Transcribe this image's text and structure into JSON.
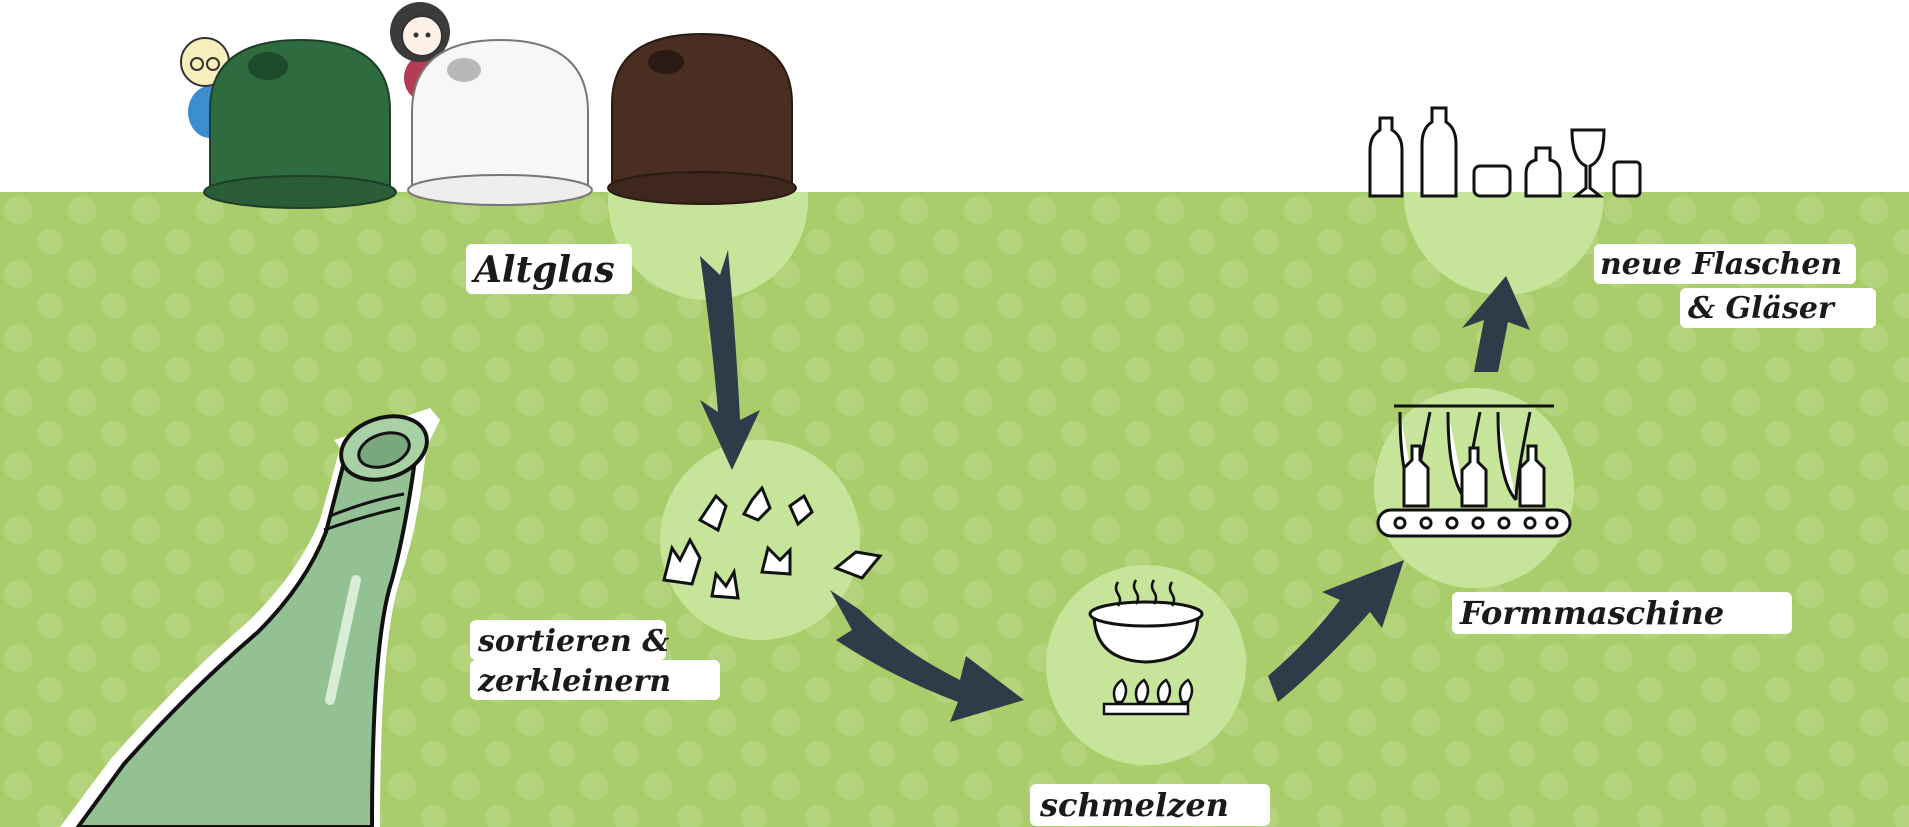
{
  "diagram": {
    "steps": [
      {
        "id": "altglas",
        "label": "Altglas"
      },
      {
        "id": "sortieren",
        "label_lines": [
          "sortieren &",
          "zerkleinern"
        ]
      },
      {
        "id": "schmelzen",
        "label": "schmelzen"
      },
      {
        "id": "formmaschine",
        "label": "Formmaschine"
      },
      {
        "id": "neue",
        "label_lines": [
          "neue Flaschen",
          "& Gläser"
        ]
      }
    ],
    "containers": [
      {
        "name": "green-container",
        "color": "#2e6b3e"
      },
      {
        "name": "white-container",
        "color": "#f4f4f4"
      },
      {
        "name": "brown-container",
        "color": "#4a2e22"
      }
    ],
    "colors": {
      "background_green": "#a9cd6a",
      "dot_green": "#b8d683",
      "circle_green": "#c7e59a",
      "arrow": "#2f3b48",
      "bottle_glass": "#93c194"
    }
  }
}
